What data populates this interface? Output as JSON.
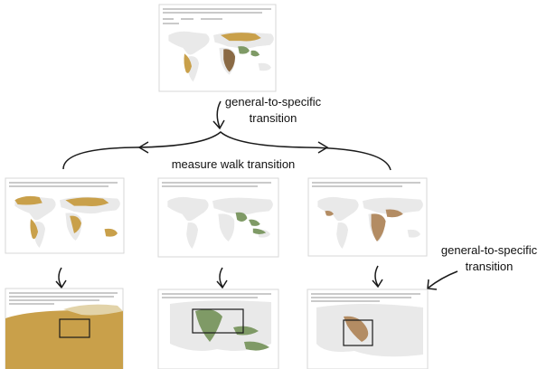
{
  "labels": {
    "top_transition": [
      "general-to-specific",
      "transition"
    ],
    "measure_walk": "measure walk transition",
    "right_transition": [
      "general-to-specific",
      "transition"
    ]
  },
  "colors": {
    "land": "#e9e9e9",
    "gold": "#c9a04a",
    "brown": "#8a6a45",
    "green": "#7f9a66",
    "tan": "#b38c63",
    "frame": "#d7d7d7",
    "arrow": "#1a1a1a"
  }
}
